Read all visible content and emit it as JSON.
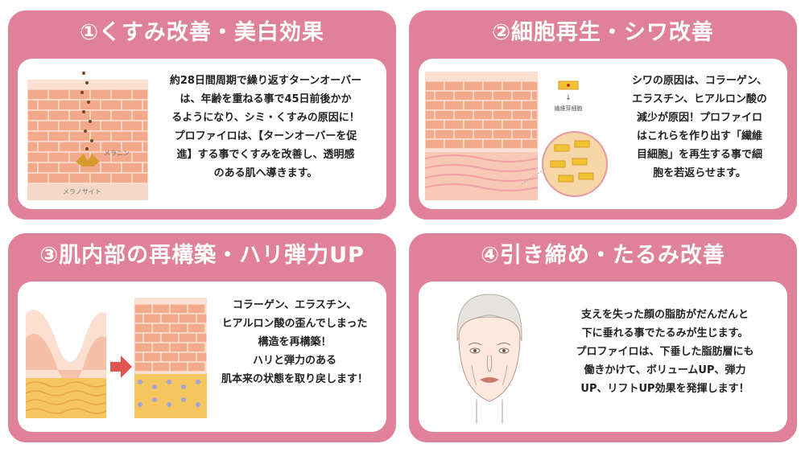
{
  "cards": [
    {
      "title": "①くすみ改善・美白効果",
      "labels": {
        "melanin": "メラニン",
        "melanocyte": "メラノサイト"
      },
      "text": "約28日間周期で繰り返すターンオーバー\nは、年齢を重ねる事で45日前後かか\nるようになり、シミ・くすみの原因に！\nプロファイロは、【ターンオーバーを促\n進】する事でくすみを改善し、透明感\nのある肌へ導きます。"
    },
    {
      "title": "②細胞再生・シワ改善",
      "labels": {
        "fibroblast": "繊維芽細胞",
        "arrow": "↓"
      },
      "text": "シワの原因は、コラーゲン、\nエラスチン、ヒアルロン酸の\n減少が原因！プロファイロ\nはこれらを作り出す「繊維\n目細胞」を再生する事で細\n胞を若返らせます。"
    },
    {
      "title": "③肌内部の再構築・ハリ弾力UP",
      "text": "コラーゲン、エラスチン、\nヒアルロン酸の歪んでしまった\n構造を再構築！\nハリと弾力のある\n肌本来の状態を取り戻します！"
    },
    {
      "title": "④引き締め・たるみ改善",
      "text": "支えを失った顔の脂肪がだんだんと\n下に垂れる事でたるみが生じます。\nプロファイロは、下垂した脂肪層にも\n働きかけて、ボリュームUP、弾力\nUP、リフトUP効果を発揮します！"
    }
  ],
  "colors": {
    "card_bg": "#df8199",
    "inner_bg": "#ffffff",
    "skin_cell": "#f3a98c",
    "skin_light": "#fbe0d2",
    "dermis": "#f6d8c8",
    "fat": "#f5c560",
    "arrow": "#e05656"
  },
  "icons": [
    "skin-layer-illustration",
    "fibroblast-zoom-illustration",
    "skin-restructure-illustration",
    "elderly-face-illustration"
  ]
}
